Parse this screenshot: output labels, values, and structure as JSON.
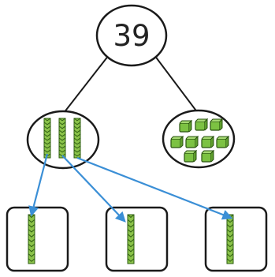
{
  "whole": {
    "value": "39"
  },
  "parts": {
    "tens": {
      "rods": 3,
      "each_rod_units": 10
    },
    "ones": {
      "cubes": 9
    }
  },
  "split_boxes": [
    {
      "rods": 1
    },
    {
      "rods": 1
    },
    {
      "rods": 1
    }
  ],
  "colors": {
    "outline": "#1a1a1a",
    "rod_fill": "#8bc34a",
    "rod_stroke": "#2e5d12",
    "cube_fill": "#7cc242",
    "cube_stroke": "#2a5310",
    "arrow": "#3b8fd6"
  }
}
